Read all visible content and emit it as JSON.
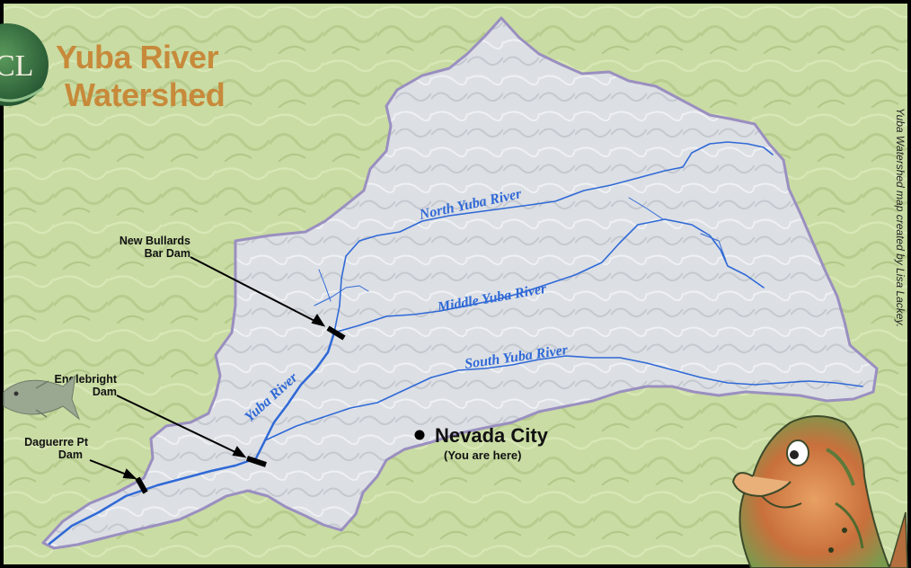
{
  "title": {
    "line1": "Yuba River",
    "line2": "Watershed"
  },
  "logo": {
    "text": "CL"
  },
  "rivers": {
    "north": "North Yuba River",
    "middle": "Middle Yuba River",
    "south": "South Yuba River",
    "main": "Yuba River"
  },
  "dams": {
    "bullards_line1": "New Bullards",
    "bullards_line2": "Bar Dam",
    "englebright_line1": "Englebright",
    "englebright_line2": "Dam",
    "daguerre_line1": "Daguerre Pt",
    "daguerre_line2": "Dam"
  },
  "city": {
    "name": "Nevada City",
    "note": "(You are here)"
  },
  "credit": "Yuba Watershed map created by Lisa Lackey.",
  "colors": {
    "terrain": "#c9dca3",
    "watershed": "#dcdfe4",
    "boundary": "#9a8fc0",
    "river": "#2f69d6",
    "title": "#c78a3a",
    "logo": "#2f6b3f"
  },
  "icons": {
    "small_fish": "fish-icon",
    "mascot": "salmon-mascot-icon"
  }
}
